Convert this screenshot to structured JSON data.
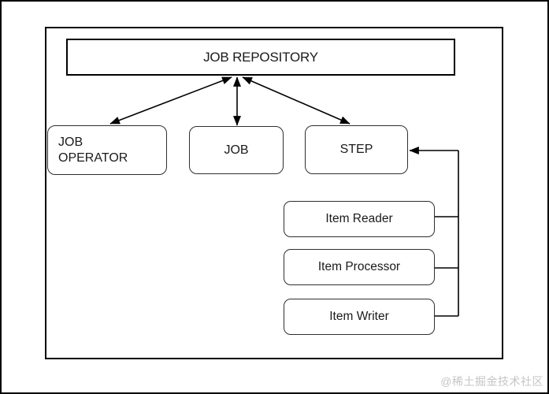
{
  "diagram": {
    "nodes": {
      "job_repository": {
        "label": "JOB REPOSITORY"
      },
      "job_operator": {
        "label": "JOB OPERATOR"
      },
      "job": {
        "label": "JOB"
      },
      "step": {
        "label": "STEP"
      },
      "item_reader": {
        "label": "Item Reader"
      },
      "item_processor": {
        "label": "Item Processor"
      },
      "item_writer": {
        "label": "Item Writer"
      }
    },
    "edges": [
      {
        "from": "job_operator",
        "to": "job_repository",
        "style": "double-arrow"
      },
      {
        "from": "job",
        "to": "job_repository",
        "style": "double-arrow"
      },
      {
        "from": "step",
        "to": "job_repository",
        "style": "double-arrow"
      },
      {
        "from": "item_reader",
        "to": "step",
        "style": "bracket"
      },
      {
        "from": "item_processor",
        "to": "step",
        "style": "bracket"
      },
      {
        "from": "item_writer",
        "to": "step",
        "style": "bracket"
      }
    ],
    "colors": {
      "line": "#000000",
      "box_border": "#2f2f2f",
      "background": "#ffffff",
      "watermark": "#c5c5c5"
    },
    "watermark": "@稀土掘金技术社区"
  }
}
